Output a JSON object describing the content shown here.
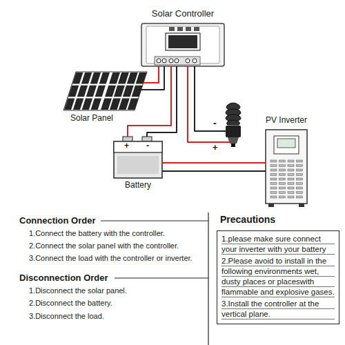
{
  "diagram": {
    "nodes": [
      {
        "text": [
          "Solar Controller"
        ]
      },
      {
        "text": [
          "Solar Panel"
        ]
      },
      {
        "text": [
          "-",
          "+"
        ]
      },
      {
        "text": [
          "+",
          "-",
          "Battery"
        ]
      },
      {
        "text": [
          "PV Inverter"
        ]
      },
      {
        "text": [
          "Precautions",
          "1.please make sure connect your inverter with your battery",
          "2.Please avoid to install in the following environments wet, dusty places or placeswith flammable and explosive gases.",
          "3.Install the controller at the vertical plane."
        ]
      }
    ],
    "edges": [
      {
        "from": 0,
        "to": 1,
        "arrow": "none"
      },
      {
        "from": 0,
        "to": 1,
        "arrow": "none"
      },
      {
        "from": 0,
        "to": 3,
        "arrow": "none"
      },
      {
        "from": 0,
        "to": 3,
        "arrow": "none"
      },
      {
        "from": 0,
        "to": 2,
        "arrow": "none"
      },
      {
        "from": 0,
        "to": 2,
        "arrow": "none"
      },
      {
        "from": 3,
        "to": 4,
        "arrow": "none"
      },
      {
        "from": 3,
        "to": 4,
        "arrow": "none"
      }
    ],
    "labels": [
      "Connection Order",
      "1.Connect the battery with the controller.",
      "2.Connect the solar panel with the controller.",
      "3.Connect the load with the controller or inverter.",
      "Disconnection Order",
      "1.Disconnect the solar panel.",
      "2.Disconnect the battery.",
      "3.Disconnect the load."
    ]
  }
}
